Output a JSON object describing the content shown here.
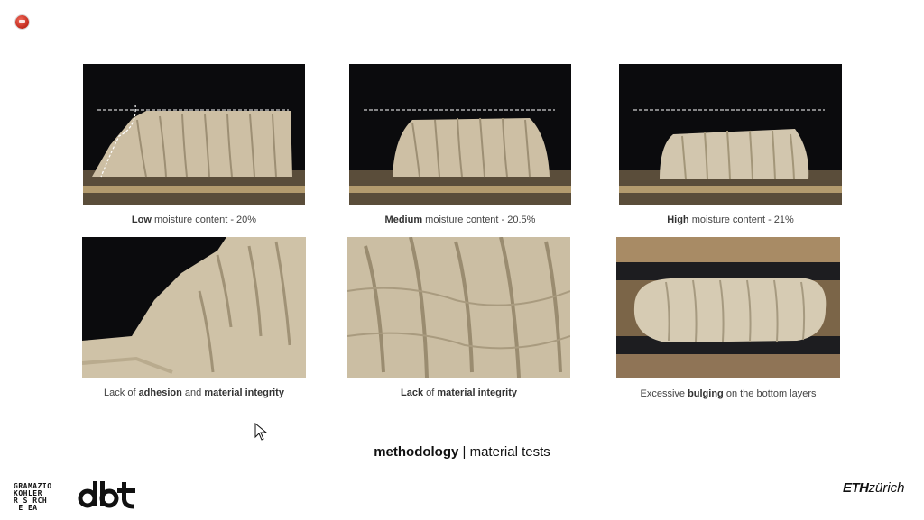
{
  "record_button": {
    "icon": "record-icon"
  },
  "photos": [
    {
      "name": "photo-low-moisture",
      "alt": "wall"
    },
    {
      "name": "photo-medium-moisture",
      "alt": "wall"
    },
    {
      "name": "photo-high-moisture",
      "alt": "wall"
    },
    {
      "name": "photo-lack-adhesion",
      "alt": "closeup"
    },
    {
      "name": "photo-lack-integrity",
      "alt": "closeup"
    },
    {
      "name": "photo-bulging",
      "alt": "top view"
    }
  ],
  "captions": {
    "c1": {
      "bold": "Low",
      "rest": " moisture content - 20%"
    },
    "c2": {
      "bold": "Medium",
      "rest": " moisture content - 20.5%"
    },
    "c3": {
      "bold": "High",
      "rest": " moisture content - 21%"
    },
    "c4": {
      "pre": "Lack of ",
      "bold1": "adhesion",
      "mid": " and ",
      "bold2": "material integrity"
    },
    "c5": {
      "bold1": "Lack",
      "mid": " of ",
      "bold2": "material integrity"
    },
    "c6": {
      "pre": "Excessive ",
      "bold": "bulging",
      "rest": " on the bottom layers"
    }
  },
  "title": {
    "bold": "methodology",
    "rest": " | material tests"
  },
  "logos": {
    "gk_lines": [
      "GRAMAZIO",
      "KOHLER",
      "R S RCH",
      " E EA"
    ],
    "dbt": "dbt",
    "eth_bold": "ETH",
    "eth_rest": "zürich"
  }
}
